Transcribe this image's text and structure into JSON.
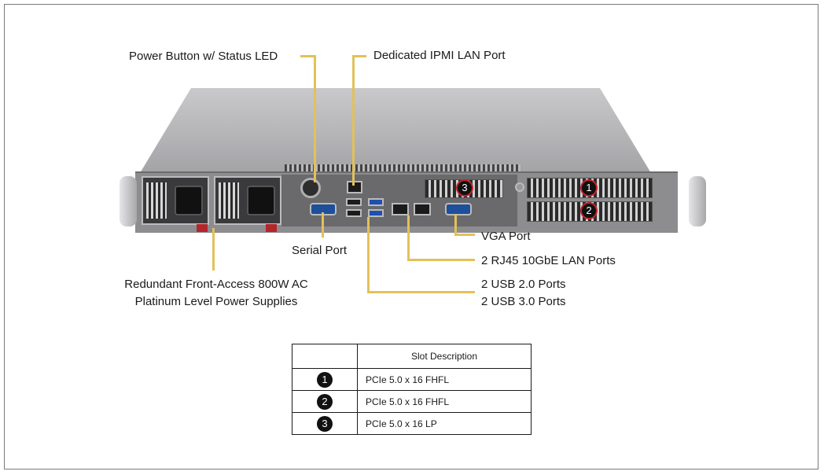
{
  "callouts": {
    "power_button": "Power Button w/ Status LED",
    "ipmi_lan": "Dedicated IPMI LAN Port",
    "serial_port": "Serial Port",
    "vga_port": "VGA Port",
    "lan_ports": "2 RJ45 10GbE LAN Ports",
    "usb2": "2 USB 2.0 Ports",
    "usb3": "2 USB 3.0 Ports",
    "psu_line1": "Redundant Front-Access 800W AC",
    "psu_line2": "Platinum Level Power Supplies"
  },
  "slot_markers": [
    "3",
    "1",
    "2"
  ],
  "table": {
    "header": [
      "",
      "Slot Description"
    ],
    "rows": [
      {
        "slot": "1",
        "description": "PCIe 5.0 x 16 FHFL"
      },
      {
        "slot": "2",
        "description": "PCIe 5.0 x 16 FHFL"
      },
      {
        "slot": "3",
        "description": "PCIe 5.0 x 16 LP"
      }
    ]
  },
  "colors": {
    "leader_line": "#e2c15a",
    "badge_ring": "#c8232c",
    "border": "#7a7a7a"
  }
}
